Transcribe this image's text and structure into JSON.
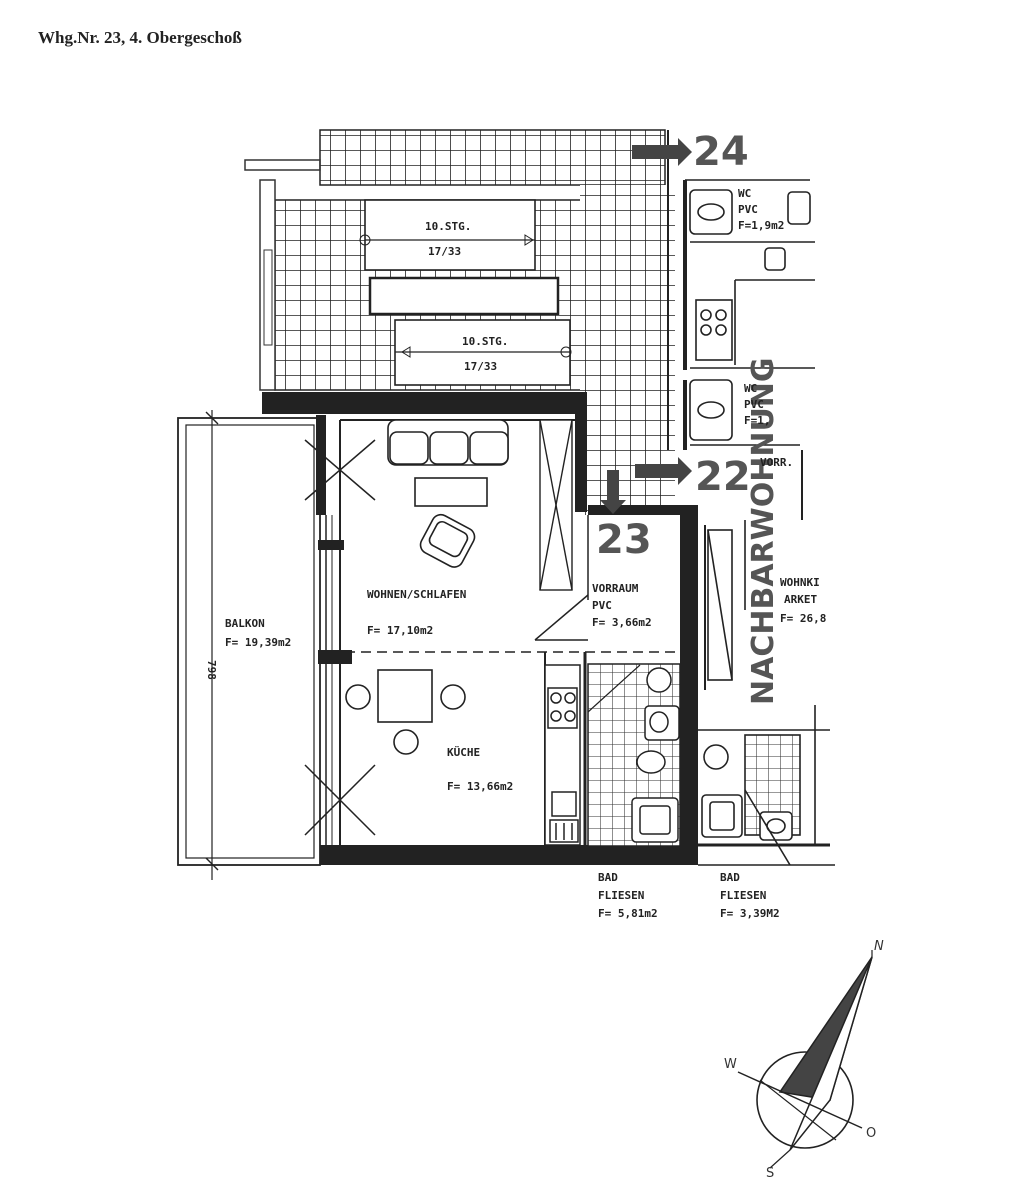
{
  "heading": "Whg.Nr. 23, 4. Obergeschoß",
  "stairs": [
    {
      "title": "10.STG.",
      "ratio": "17/33"
    },
    {
      "title": "10.STG.",
      "ratio": "17/33"
    }
  ],
  "units": {
    "this": "23",
    "north": "24",
    "east": "22"
  },
  "neighbor_label": "NACHBARWOHNUNG",
  "rooms": {
    "wohnen": {
      "name": "WOHNEN/SCHLAFEN",
      "area": "F= 17,10m2"
    },
    "balkon": {
      "name": "BALKON",
      "area": "F= 19,39m2",
      "dimension": "798"
    },
    "vorraum": {
      "name": "VORRAUM",
      "floor": "PVC",
      "area": "F= 3,66m2"
    },
    "kueche": {
      "name": "KÜCHE",
      "area": "F= 13,66m2"
    },
    "bad": {
      "name": "BAD",
      "floor": "FLIESEN",
      "area": "F= 5,81m2"
    }
  },
  "neighbor_rooms": {
    "wc_top": {
      "name": "WC",
      "floor": "PVC",
      "area": "F=1,9m2"
    },
    "wc_mid": {
      "name": "WC",
      "floor": "PVC",
      "area": "F=1,"
    },
    "vorr": {
      "name": "VORR."
    },
    "wohnk": {
      "name": "WOHNKI",
      "floor": "ARKET",
      "area": "F= 26,8"
    },
    "bad": {
      "name": "BAD",
      "floor": "FLIESEN",
      "area": "F= 3,39M2"
    }
  },
  "compass": {
    "n": "N",
    "s": "S",
    "w": "W",
    "o": "O"
  }
}
